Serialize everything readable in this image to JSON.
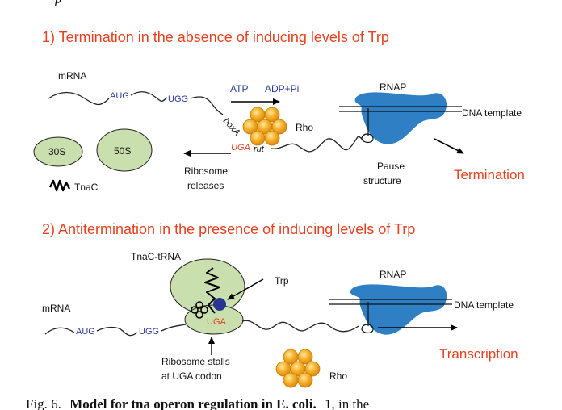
{
  "panel1": {
    "heading": "1) Termination in the absence of inducing levels of Trp",
    "mrna": "mRNA",
    "aug": "AUG",
    "ugg": "UGG",
    "boxa": "boxA",
    "uga": "UGA",
    "rut": "rut",
    "atp": "ATP",
    "adp": "ADP+Pi",
    "rho": "Rho",
    "rnap": "RNAP",
    "dna": "DNA template",
    "s30": "30S",
    "s50": "50S",
    "tnac": "TnaC",
    "rib1": "Ribosome",
    "rib2": "releases",
    "pause1": "Pause",
    "pause2": "structure",
    "outcome": "Termination"
  },
  "panel2": {
    "heading": "2) Antitermination in the presence of inducing levels of Trp",
    "trna": "TnaC-tRNA",
    "trp": "Trp",
    "mrna": "mRNA",
    "aug": "AUG",
    "ugg": "UGG",
    "uga": "UGA",
    "rnap": "RNAP",
    "dna": "DNA template",
    "stall1": "Ribosome stalls",
    "stall2": "at UGA codon",
    "rho": "Rho",
    "outcome": "Transcription"
  },
  "caption": {
    "fig": "Fig. 6.",
    "title": "Model for tna operon regulation in E. coli.",
    "rest": "1, in the"
  },
  "colors": {
    "heading": "#e8411f",
    "rnap": "#2f7fc4",
    "ribosome": "#c9dfae",
    "rho": "#f0a61e",
    "trp": "#283593",
    "codon": "#2d3a9c"
  }
}
